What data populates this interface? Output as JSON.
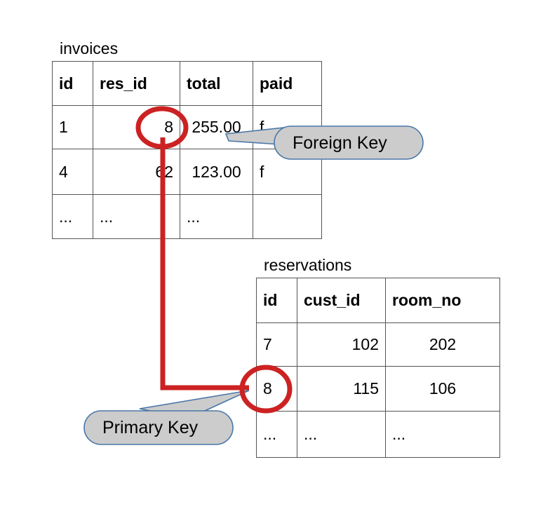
{
  "diagram": {
    "type": "er-foreign-key-illustration",
    "background": "#ffffff",
    "accent_red": "#cc2222",
    "callout_fill": "#cccccc",
    "callout_stroke": "#4a77a8",
    "border_color": "#555555"
  },
  "tables": [
    {
      "name": "invoices",
      "title": "invoices",
      "columns": [
        "id",
        "res_id",
        "total",
        "paid"
      ],
      "rows": [
        [
          "1",
          "8",
          "255.00",
          "f"
        ],
        [
          "4",
          "62",
          "123.00",
          "f"
        ],
        [
          "...",
          "...",
          "...",
          ""
        ]
      ],
      "alignments": [
        "al-left",
        "al-right",
        "al-center",
        "al-left"
      ]
    },
    {
      "name": "reservations",
      "title": "reservations",
      "columns": [
        "id",
        "cust_id",
        "room_no"
      ],
      "rows": [
        [
          "7",
          "102",
          "202"
        ],
        [
          "8",
          "115",
          "106"
        ],
        [
          "...",
          "...",
          "..."
        ]
      ],
      "alignments": [
        "al-left",
        "al-right",
        "al-center"
      ]
    }
  ],
  "callouts": [
    {
      "id": "foreign-key",
      "label": "Foreign Key",
      "points_at": "invoices.res_id value 8"
    },
    {
      "id": "primary-key",
      "label": "Primary Key",
      "points_at": "reservations.id value 8"
    }
  ],
  "relationship": {
    "from_table": "invoices",
    "from_column": "res_id",
    "from_value": "8",
    "to_table": "reservations",
    "to_column": "id",
    "to_value": "8"
  }
}
